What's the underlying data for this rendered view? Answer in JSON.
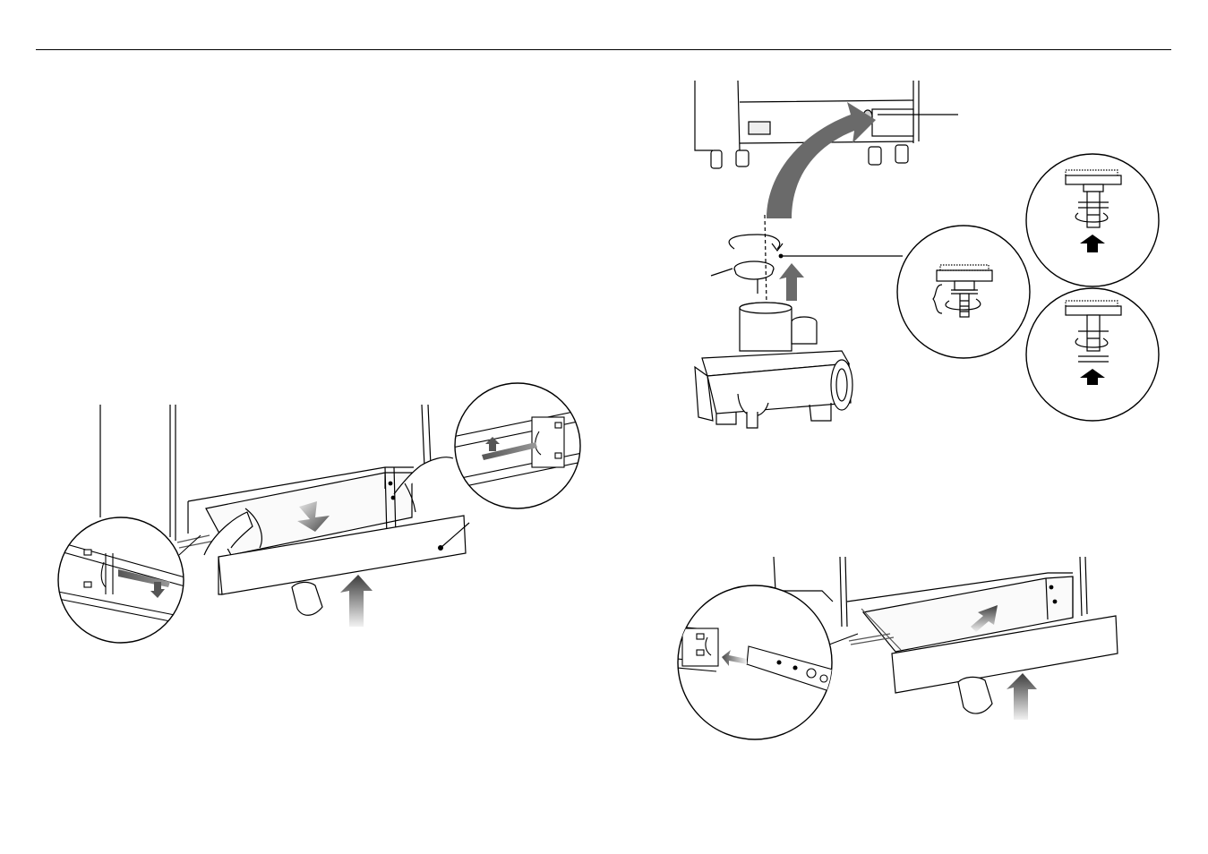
{
  "page": {
    "background": "#ffffff",
    "line_color": "#000000",
    "arrow_dark": "#4a4a4a",
    "arrow_light": "#cfcfcf"
  },
  "figures": [
    {
      "id": "drawer-removal",
      "caption": ""
    },
    {
      "id": "gas-regulator-adjustment",
      "caption": ""
    },
    {
      "id": "drawer-reinstallation",
      "caption": ""
    }
  ]
}
